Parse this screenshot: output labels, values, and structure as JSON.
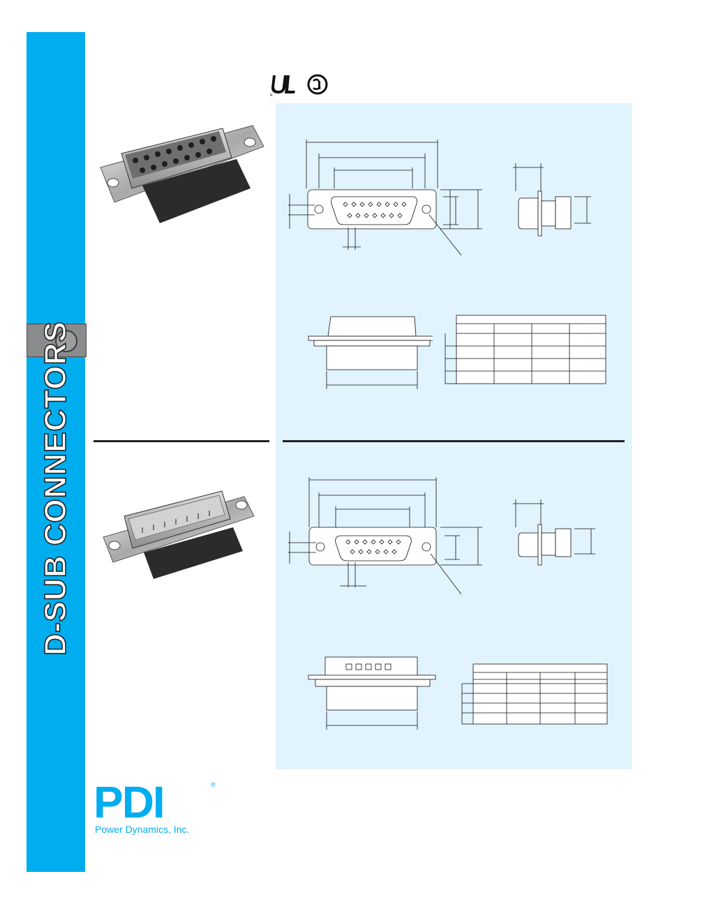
{
  "sidebar": {
    "title": "D-SUB CONNECTORS",
    "color": "#00adef"
  },
  "panel": {
    "color": "#e1f3fd"
  },
  "certifications": [
    "ul-recognized-icon",
    "csa-certified-icon"
  ],
  "products": [
    {
      "photo": "female-dsub-connector-photo"
    },
    {
      "photo": "male-dsub-connector-photo"
    }
  ],
  "logo": {
    "text": "PDI",
    "registered": "®",
    "subtitle": "Power Dynamics, Inc."
  }
}
